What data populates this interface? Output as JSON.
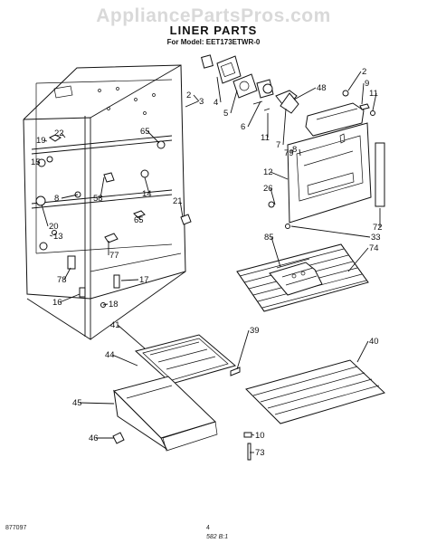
{
  "watermark": "AppliancePartsPros.com",
  "title": "LINER PARTS",
  "model_line": "For Model: EET173ETWR-0",
  "footer_left": "877097",
  "footer_page": "4",
  "footer_mark": "582 B:1",
  "callouts": [
    {
      "id": "c2a",
      "label": "2"
    },
    {
      "id": "c3",
      "label": "3"
    },
    {
      "id": "c4",
      "label": "4"
    },
    {
      "id": "c5",
      "label": "5"
    },
    {
      "id": "c6",
      "label": "6"
    },
    {
      "id": "c11a",
      "label": "11"
    },
    {
      "id": "c7",
      "label": "7"
    },
    {
      "id": "c48",
      "label": "48"
    },
    {
      "id": "c2b",
      "label": "2"
    },
    {
      "id": "c9",
      "label": "9"
    },
    {
      "id": "c11b",
      "label": "11"
    },
    {
      "id": "c8a",
      "label": "8"
    },
    {
      "id": "c79",
      "label": "79"
    },
    {
      "id": "c22",
      "label": "22"
    },
    {
      "id": "c19",
      "label": "19"
    },
    {
      "id": "c15",
      "label": "15"
    },
    {
      "id": "c65a",
      "label": "65"
    },
    {
      "id": "c58",
      "label": "58"
    },
    {
      "id": "c14",
      "label": "14"
    },
    {
      "id": "c8b",
      "label": "8"
    },
    {
      "id": "c21",
      "label": "21"
    },
    {
      "id": "c20",
      "label": "20"
    },
    {
      "id": "c13",
      "label": "13"
    },
    {
      "id": "c65b",
      "label": "65"
    },
    {
      "id": "c77",
      "label": "77"
    },
    {
      "id": "c12",
      "label": "12"
    },
    {
      "id": "c26",
      "label": "26"
    },
    {
      "id": "c72",
      "label": "72"
    },
    {
      "id": "c33",
      "label": "33"
    },
    {
      "id": "c85",
      "label": "85"
    },
    {
      "id": "c74",
      "label": "74"
    },
    {
      "id": "c78",
      "label": "78"
    },
    {
      "id": "c17",
      "label": "17"
    },
    {
      "id": "c16",
      "label": "16"
    },
    {
      "id": "c18",
      "label": "18"
    },
    {
      "id": "c41",
      "label": "41"
    },
    {
      "id": "c44",
      "label": "44"
    },
    {
      "id": "c39",
      "label": "39"
    },
    {
      "id": "c40",
      "label": "40"
    },
    {
      "id": "c45",
      "label": "45"
    },
    {
      "id": "c46",
      "label": "46"
    },
    {
      "id": "c10",
      "label": "10"
    },
    {
      "id": "c73",
      "label": "73"
    }
  ]
}
